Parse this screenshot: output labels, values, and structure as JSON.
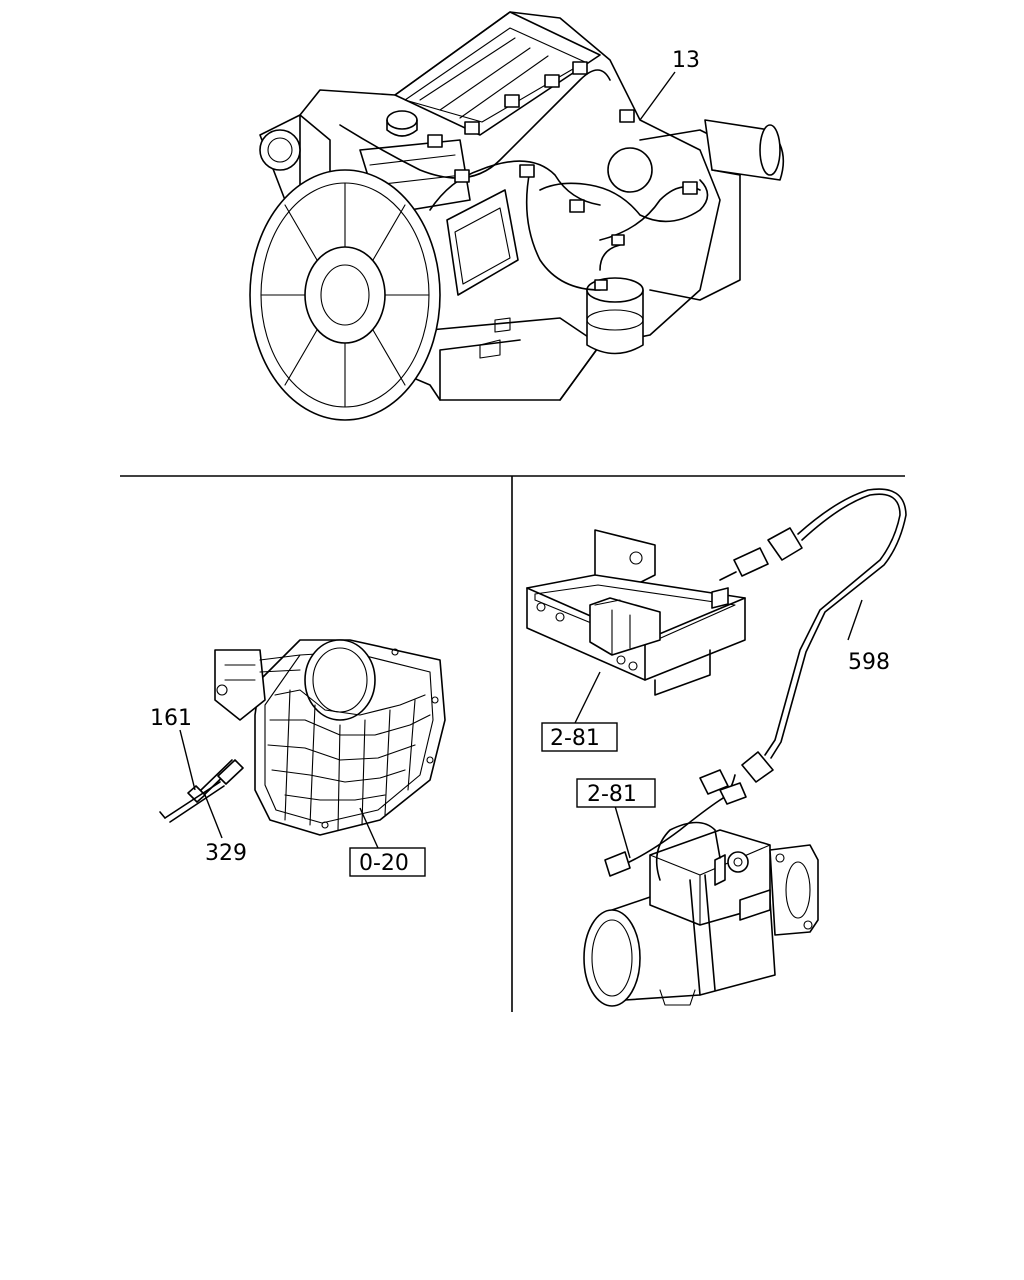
{
  "callouts": {
    "harness_top": "13",
    "bolt": "161",
    "sensor": "329",
    "harness_right": "598"
  },
  "reference_boxes": {
    "flywheel_housing": "0-20",
    "controller_box": "2-81",
    "starter": "2-81"
  }
}
